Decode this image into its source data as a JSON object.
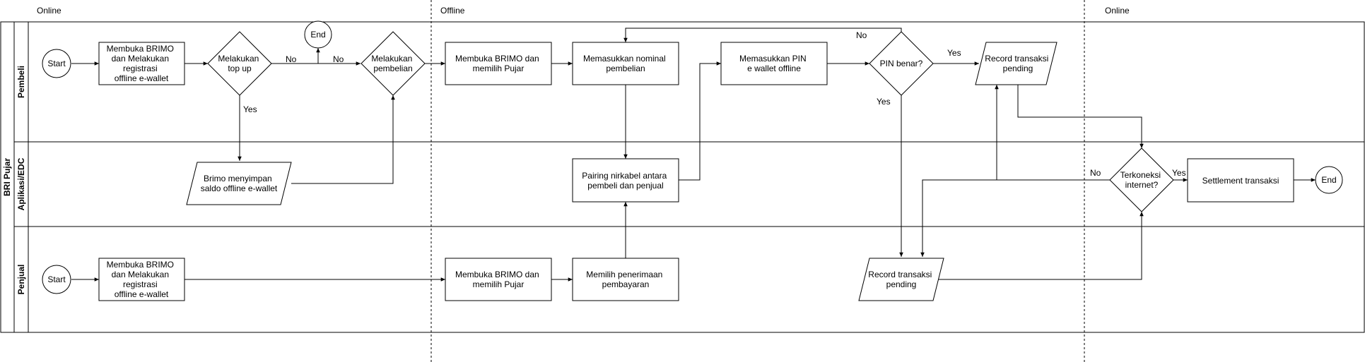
{
  "phases": {
    "online_left": "Online",
    "offline": "Offline",
    "online_right": "Online"
  },
  "pool": {
    "title": "BRI Pujar"
  },
  "lanes": {
    "pembeli": "Pembeli",
    "aplikasi": "Aplikasi/EDC",
    "penjual": "Penjual"
  },
  "nodes": {
    "start_pembeli": "Start",
    "buka_registrasi_pembeli": [
      "Membuka BRIMO",
      "dan Melakukan",
      "registrasi",
      "offline e-wallet"
    ],
    "melakukan_top_up": [
      "Melakukan",
      "top up"
    ],
    "end_top": "End",
    "melakukan_pembelian": [
      "Melakukan",
      "pembelian"
    ],
    "buka_pujar_pembeli": [
      "Membuka BRIMO dan",
      "memilih Pujar"
    ],
    "masukkan_nominal": [
      "Memasukkan nominal",
      "pembelian"
    ],
    "masukkan_pin": [
      "Memasukkan PIN",
      "e wallet offline"
    ],
    "pin_benar": "PIN benar?",
    "record_pending_pembeli": [
      "Record transaksi",
      "pending"
    ],
    "brimo_menyimpan": [
      "Brimo menyimpan",
      "saldo offline e-wallet"
    ],
    "pairing": [
      "Pairing nirkabel antara",
      "pembeli dan penjual"
    ],
    "terkoneksi": [
      "Terkoneksi",
      "internet?"
    ],
    "settlement": "Settlement transaksi",
    "end_right": "End",
    "start_penjual": "Start",
    "buka_registrasi_penjual": [
      "Membuka BRIMO",
      "dan Melakukan",
      "registrasi",
      "offline e-wallet"
    ],
    "buka_pujar_penjual": [
      "Membuka BRIMO dan",
      "memilih Pujar"
    ],
    "memilih_penerimaan": [
      "Memilih penerimaan",
      "pembayaran"
    ],
    "record_pending_penjual": [
      "Record transaksi",
      "pending"
    ]
  },
  "edge_labels": {
    "topup_no": "No",
    "topup_yes": "Yes",
    "pembelian_no": "No",
    "pin_no": "No",
    "pin_yes_right": "Yes",
    "pin_yes_down": "Yes",
    "internet_no": "No",
    "internet_yes": "Yes"
  }
}
